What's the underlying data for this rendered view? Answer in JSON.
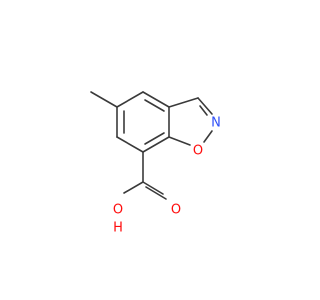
{
  "molecule": {
    "atoms": {
      "n1": {
        "label": "N",
        "color": "#3050F8"
      },
      "o1": {
        "label": "O",
        "color": "#FF0D0D"
      },
      "o_carbonyl": {
        "label": "O",
        "color": "#FF0D0D"
      },
      "o_hydroxyl": {
        "label": "O",
        "color": "#FF0D0D"
      },
      "h_hydroxyl": {
        "label": "H",
        "color": "#FF0D0D"
      }
    },
    "bond_color": "#3a3a3a"
  }
}
